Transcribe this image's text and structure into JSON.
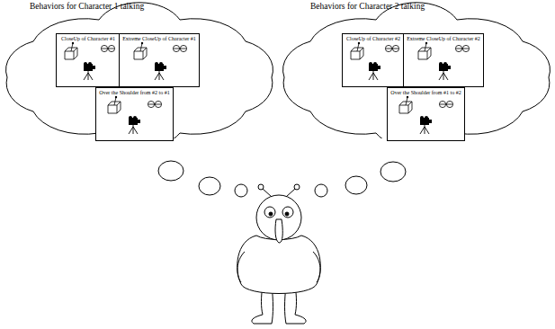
{
  "diagram": {
    "nodes": [
      {
        "text": [
          "Behaviors for Character 1 talking"
        ]
      },
      {
        "text": [
          "CloseUp of Character #1"
        ],
        "in": 0
      },
      {
        "text": [
          "Extreme CloseUp of Character #1"
        ],
        "in": 0
      },
      {
        "text": [
          "Over the Shoulder from #2 to #1"
        ],
        "in": 0
      },
      {
        "text": [
          "Behaviors for Character 2 talking"
        ]
      },
      {
        "text": [
          "CloseUp of Character #2"
        ],
        "in": 4
      },
      {
        "text": [
          "Extreme CloseUp of Character #2"
        ],
        "in": 4
      },
      {
        "text": [
          "Over the Shoulder from #1 to #2"
        ],
        "in": 4
      }
    ]
  }
}
